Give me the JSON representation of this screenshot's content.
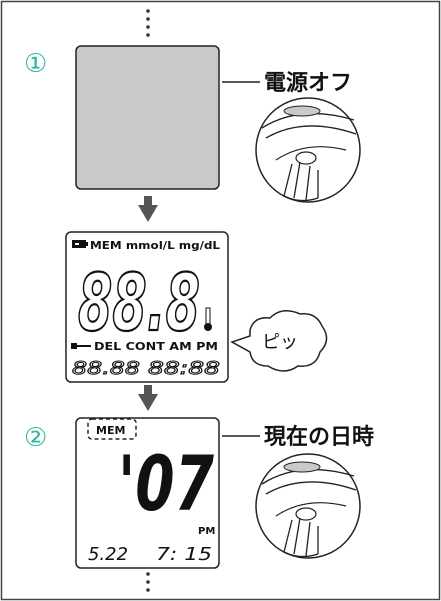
{
  "steps": [
    {
      "marker": "①",
      "label": "電源オフ"
    },
    {
      "marker": "②",
      "label": "現在の日時"
    }
  ],
  "full_display": {
    "top_row": "MEM mmol/L mg/dL",
    "main_digits": "88.8",
    "bottom_row": "DEL CONT AM PM",
    "date_digits": "88.88",
    "time_digits": "88:88"
  },
  "beep_bubble": "ピッ",
  "datetime_display": {
    "mem_label": "MEM",
    "main_digits": "'07",
    "ampm": "PM",
    "date": "5.22",
    "time": "7: 15"
  },
  "colors": {
    "accent": "#2fb7a3",
    "lcd_off_fill": "#c9c9c9",
    "arrow": "#555555",
    "ink": "#111111"
  },
  "icons": [
    "vertical-dots-icon",
    "down-arrow-icon",
    "battery-icon",
    "thermometer-icon",
    "key-icon",
    "hand-pressing-button-icon"
  ]
}
